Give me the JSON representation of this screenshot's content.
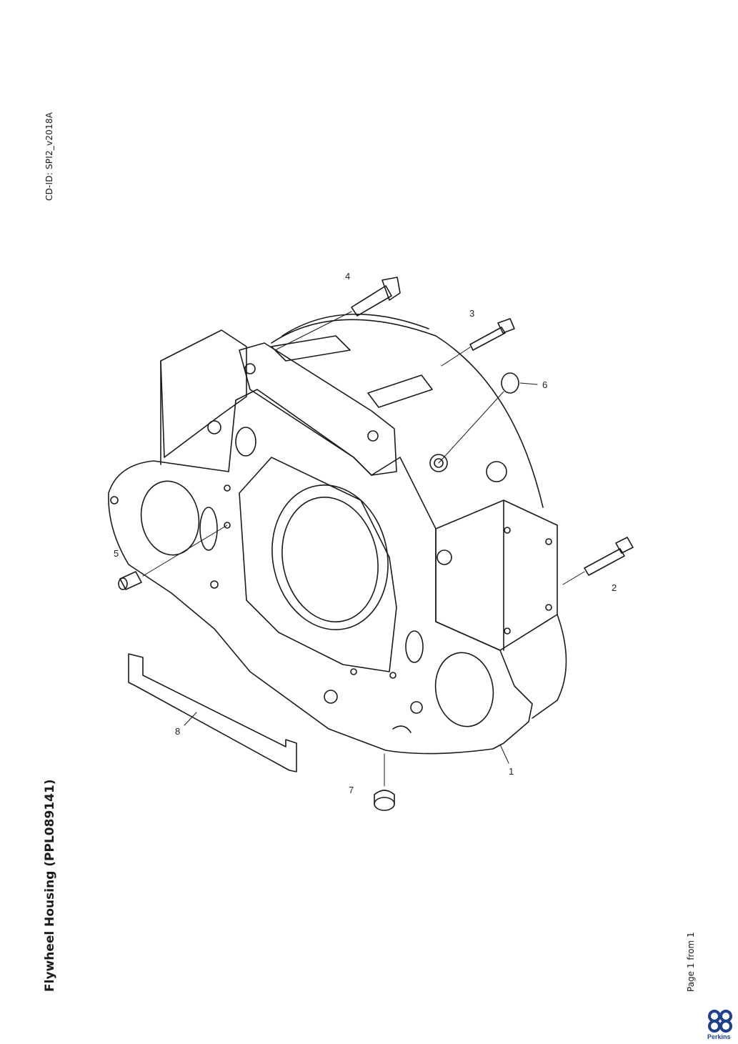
{
  "header": {
    "cd_id": "CD-ID: SPI2_v2018A"
  },
  "title": "Flywheel Housing (PPL089141)",
  "footer": {
    "page": "Page 1 from 1",
    "logo": "Perkins"
  },
  "drawing": {
    "callouts": [
      "1",
      "2",
      "3",
      "4",
      "5",
      "6",
      "7",
      "8"
    ]
  }
}
